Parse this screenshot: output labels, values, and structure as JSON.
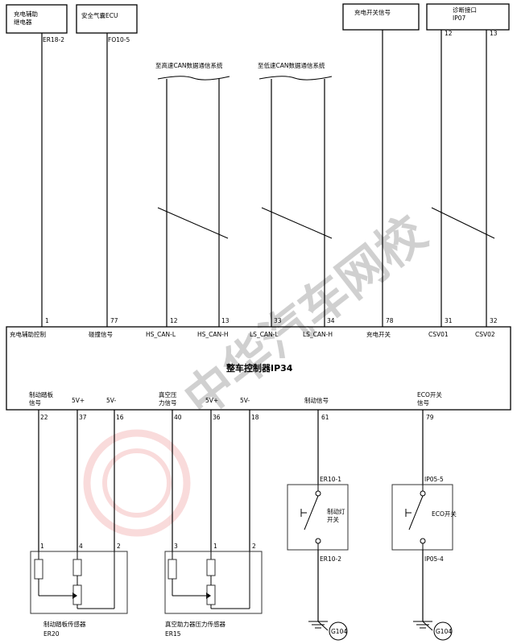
{
  "top_modules": [
    {
      "name": "充电辅助\n继电器",
      "connector": "ER18-2"
    },
    {
      "name": "安全气囊ECU",
      "connector": "FO10-5"
    },
    {
      "name": "充电开关信号",
      "connector": ""
    },
    {
      "name": "诊断接口\nIP07",
      "connector": ""
    }
  ],
  "can_labels": {
    "hs": "至高速CAN数据通信系统",
    "ls": "至低速CAN数据通信系统"
  },
  "diag_pins": [
    "12",
    "13"
  ],
  "ecu": {
    "name": "整车控制器IP34",
    "top_pins": [
      {
        "pin": "1",
        "label": "充电辅助控制"
      },
      {
        "pin": "77",
        "label": "碰撞信号"
      },
      {
        "pin": "12",
        "label": "HS_CAN-L"
      },
      {
        "pin": "13",
        "label": "HS_CAN-H"
      },
      {
        "pin": "33",
        "label": "LS_CAN-L"
      },
      {
        "pin": "34",
        "label": "LS_CAN-H"
      },
      {
        "pin": "78",
        "label": "充电开关"
      },
      {
        "pin": "31",
        "label": "CSV01"
      },
      {
        "pin": "32",
        "label": "CSV02"
      }
    ],
    "bottom_pins": [
      {
        "pin": "22",
        "label": "制动踏板\n信号"
      },
      {
        "pin": "37",
        "label": "5V+"
      },
      {
        "pin": "16",
        "label": "5V-"
      },
      {
        "pin": "40",
        "label": "真空压\n力信号"
      },
      {
        "pin": "36",
        "label": "5V+"
      },
      {
        "pin": "18",
        "label": "5V-"
      },
      {
        "pin": "61",
        "label": "制动信号"
      },
      {
        "pin": "79",
        "label": "ECO开关\n信号"
      }
    ]
  },
  "sensors": [
    {
      "name": "制动踏板传感器",
      "connector": "ER20",
      "pins": [
        "1",
        "4",
        "2"
      ]
    },
    {
      "name": "真空助力器压力传感器",
      "connector": "ER15",
      "pins": [
        "3",
        "1",
        "2"
      ]
    }
  ],
  "switches": [
    {
      "name": "制动灯\n开关",
      "pin_top": "ER10-1",
      "pin_bottom": "ER10-2",
      "ground": "G104"
    },
    {
      "name": "ECO开关",
      "pin_top": "IP05-5",
      "pin_bottom": "IP05-4",
      "ground": "G104"
    }
  ],
  "watermark": "中华汽车网校"
}
